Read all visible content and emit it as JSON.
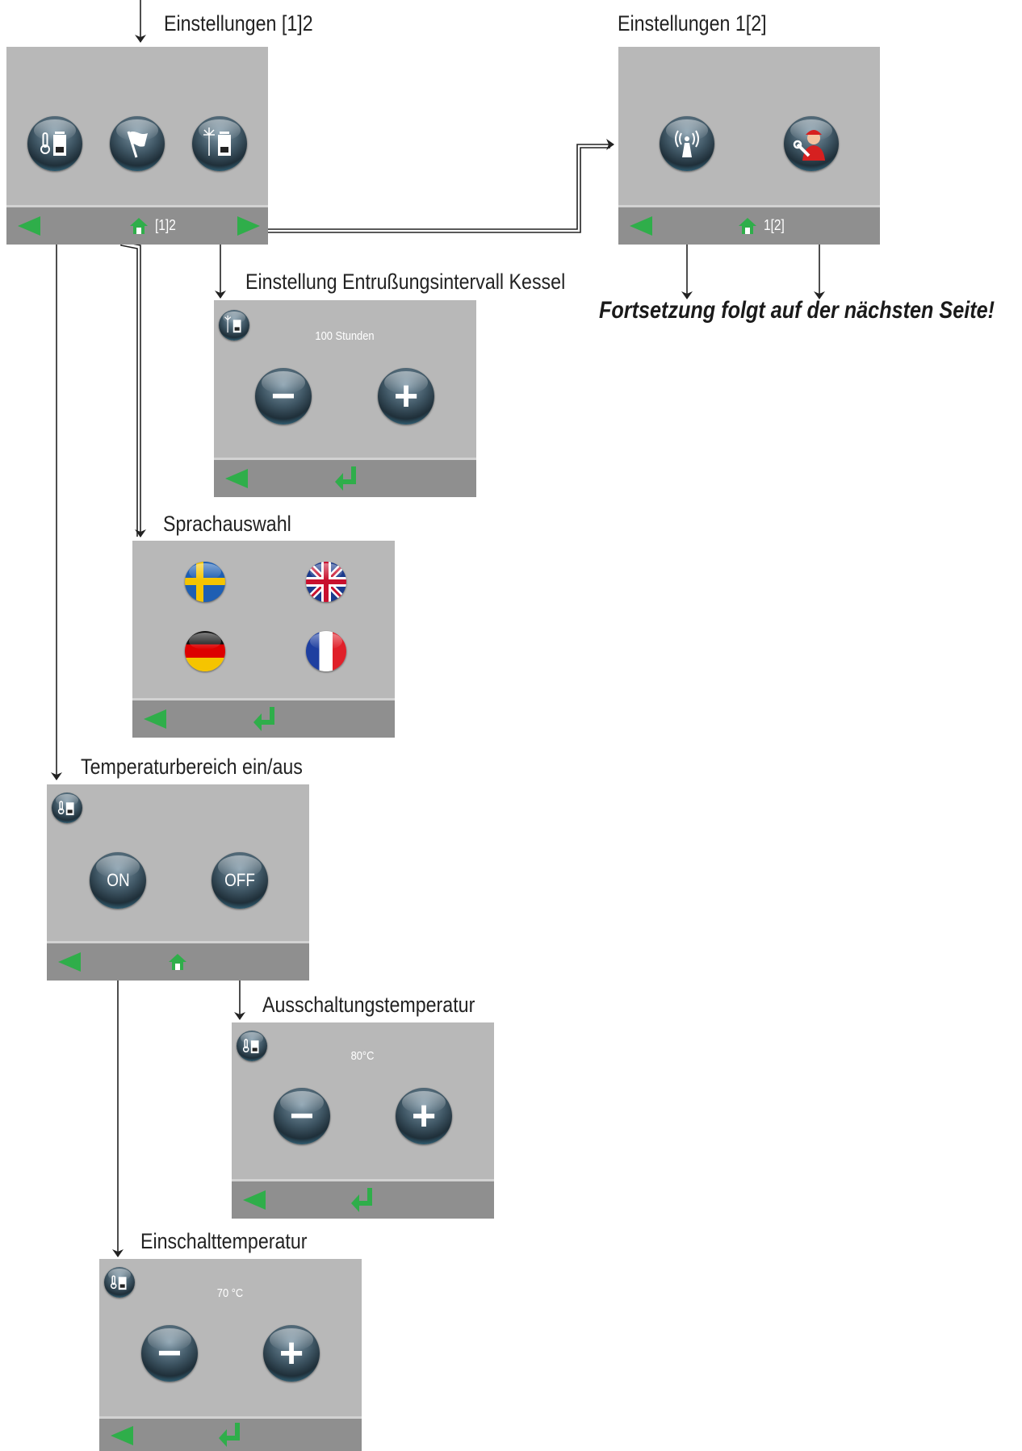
{
  "screens": {
    "settings_page1": {
      "title": "Einstellungen [1]2",
      "page_indicator": "[1]2",
      "icons": [
        "thermostat-icon",
        "language-flag-icon",
        "sweep-interval-icon"
      ]
    },
    "settings_page2": {
      "title": "Einstellungen 1[2]",
      "page_indicator": "1[2]",
      "icons": [
        "wireless-icon",
        "service-technician-icon"
      ]
    },
    "sweep_interval": {
      "title": "Einstellung Entrußungsintervall Kessel",
      "value": "100 Stunden",
      "minus": "−",
      "plus": "+"
    },
    "language": {
      "title": "Sprachauswahl",
      "flags": [
        "swedish-flag",
        "british-flag",
        "german-flag",
        "french-flag"
      ]
    },
    "temp_range": {
      "title": "Temperaturbereich ein/aus",
      "on_label": "ON",
      "off_label": "OFF"
    },
    "switch_off_temp": {
      "title": "Ausschaltungstemperatur",
      "value": "80°C",
      "minus": "−",
      "plus": "+"
    },
    "switch_on_temp": {
      "title": "Einschalttemperatur",
      "value": "70 °C",
      "minus": "−",
      "plus": "+"
    }
  },
  "continuation_note": "Fortsetzung folgt auf der nächsten Seite!",
  "colors": {
    "screen_bg": "#b8b8b8",
    "bar_bg": "#8f8f8f",
    "accent_green": "#2fae4a"
  }
}
